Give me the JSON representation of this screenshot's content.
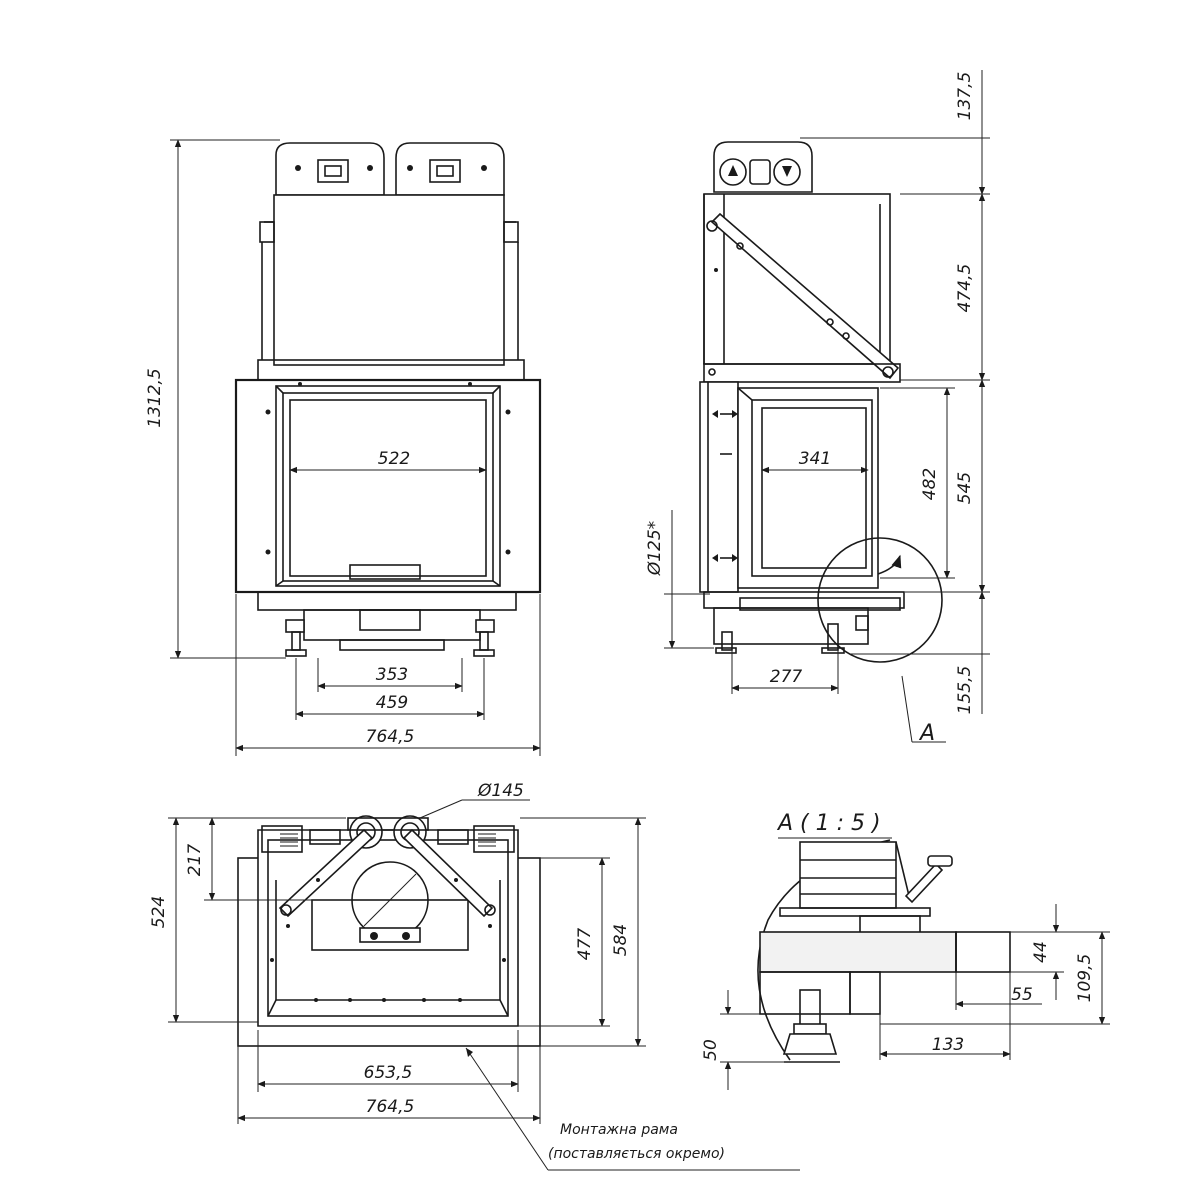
{
  "front_view": {
    "width_inner": "522",
    "height_total": "1312,5",
    "legs_inner": "353",
    "legs_outer": "459",
    "width_total": "764,5"
  },
  "side_view": {
    "top_gap": "137,5",
    "upper_height": "474,5",
    "door_height": "482",
    "frame_height": "545",
    "depth_inner": "341",
    "flue_diameter": "Ø125*",
    "leg_depth": "277",
    "bottom_height": "155,5",
    "detail_ref": "A"
  },
  "top_view": {
    "flue_diameter": "Ø145",
    "offset_217": "217",
    "depth_524": "524",
    "depth_477": "477",
    "depth_584": "584",
    "width_653": "653,5",
    "width_764": "764,5",
    "note_line1": "Монтажна рама",
    "note_line2": "(поставляється окремо)"
  },
  "detail_a": {
    "title": "A ( 1 : 5 )",
    "dim_44": "44",
    "dim_109": "109,5",
    "dim_55": "55",
    "dim_133": "133",
    "dim_50": "50"
  }
}
